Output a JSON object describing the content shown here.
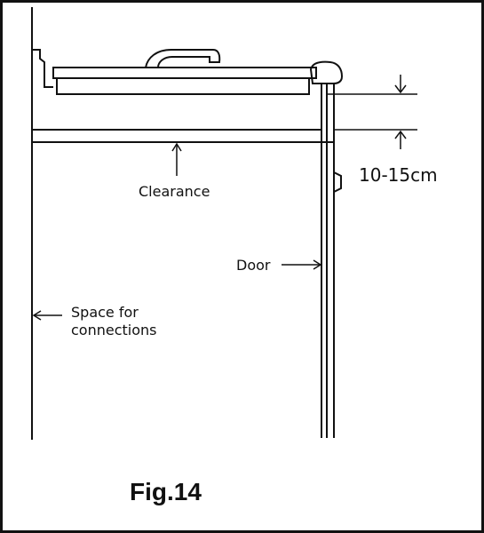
{
  "diagram": {
    "labels": {
      "measurement": "10-15cm",
      "clearance": "Clearance",
      "door": "Door",
      "space_line1": "Space for",
      "space_line2": "connections",
      "figure": "Fig.14"
    },
    "colors": {
      "stroke": "#111111",
      "background": "#ffffff"
    }
  }
}
